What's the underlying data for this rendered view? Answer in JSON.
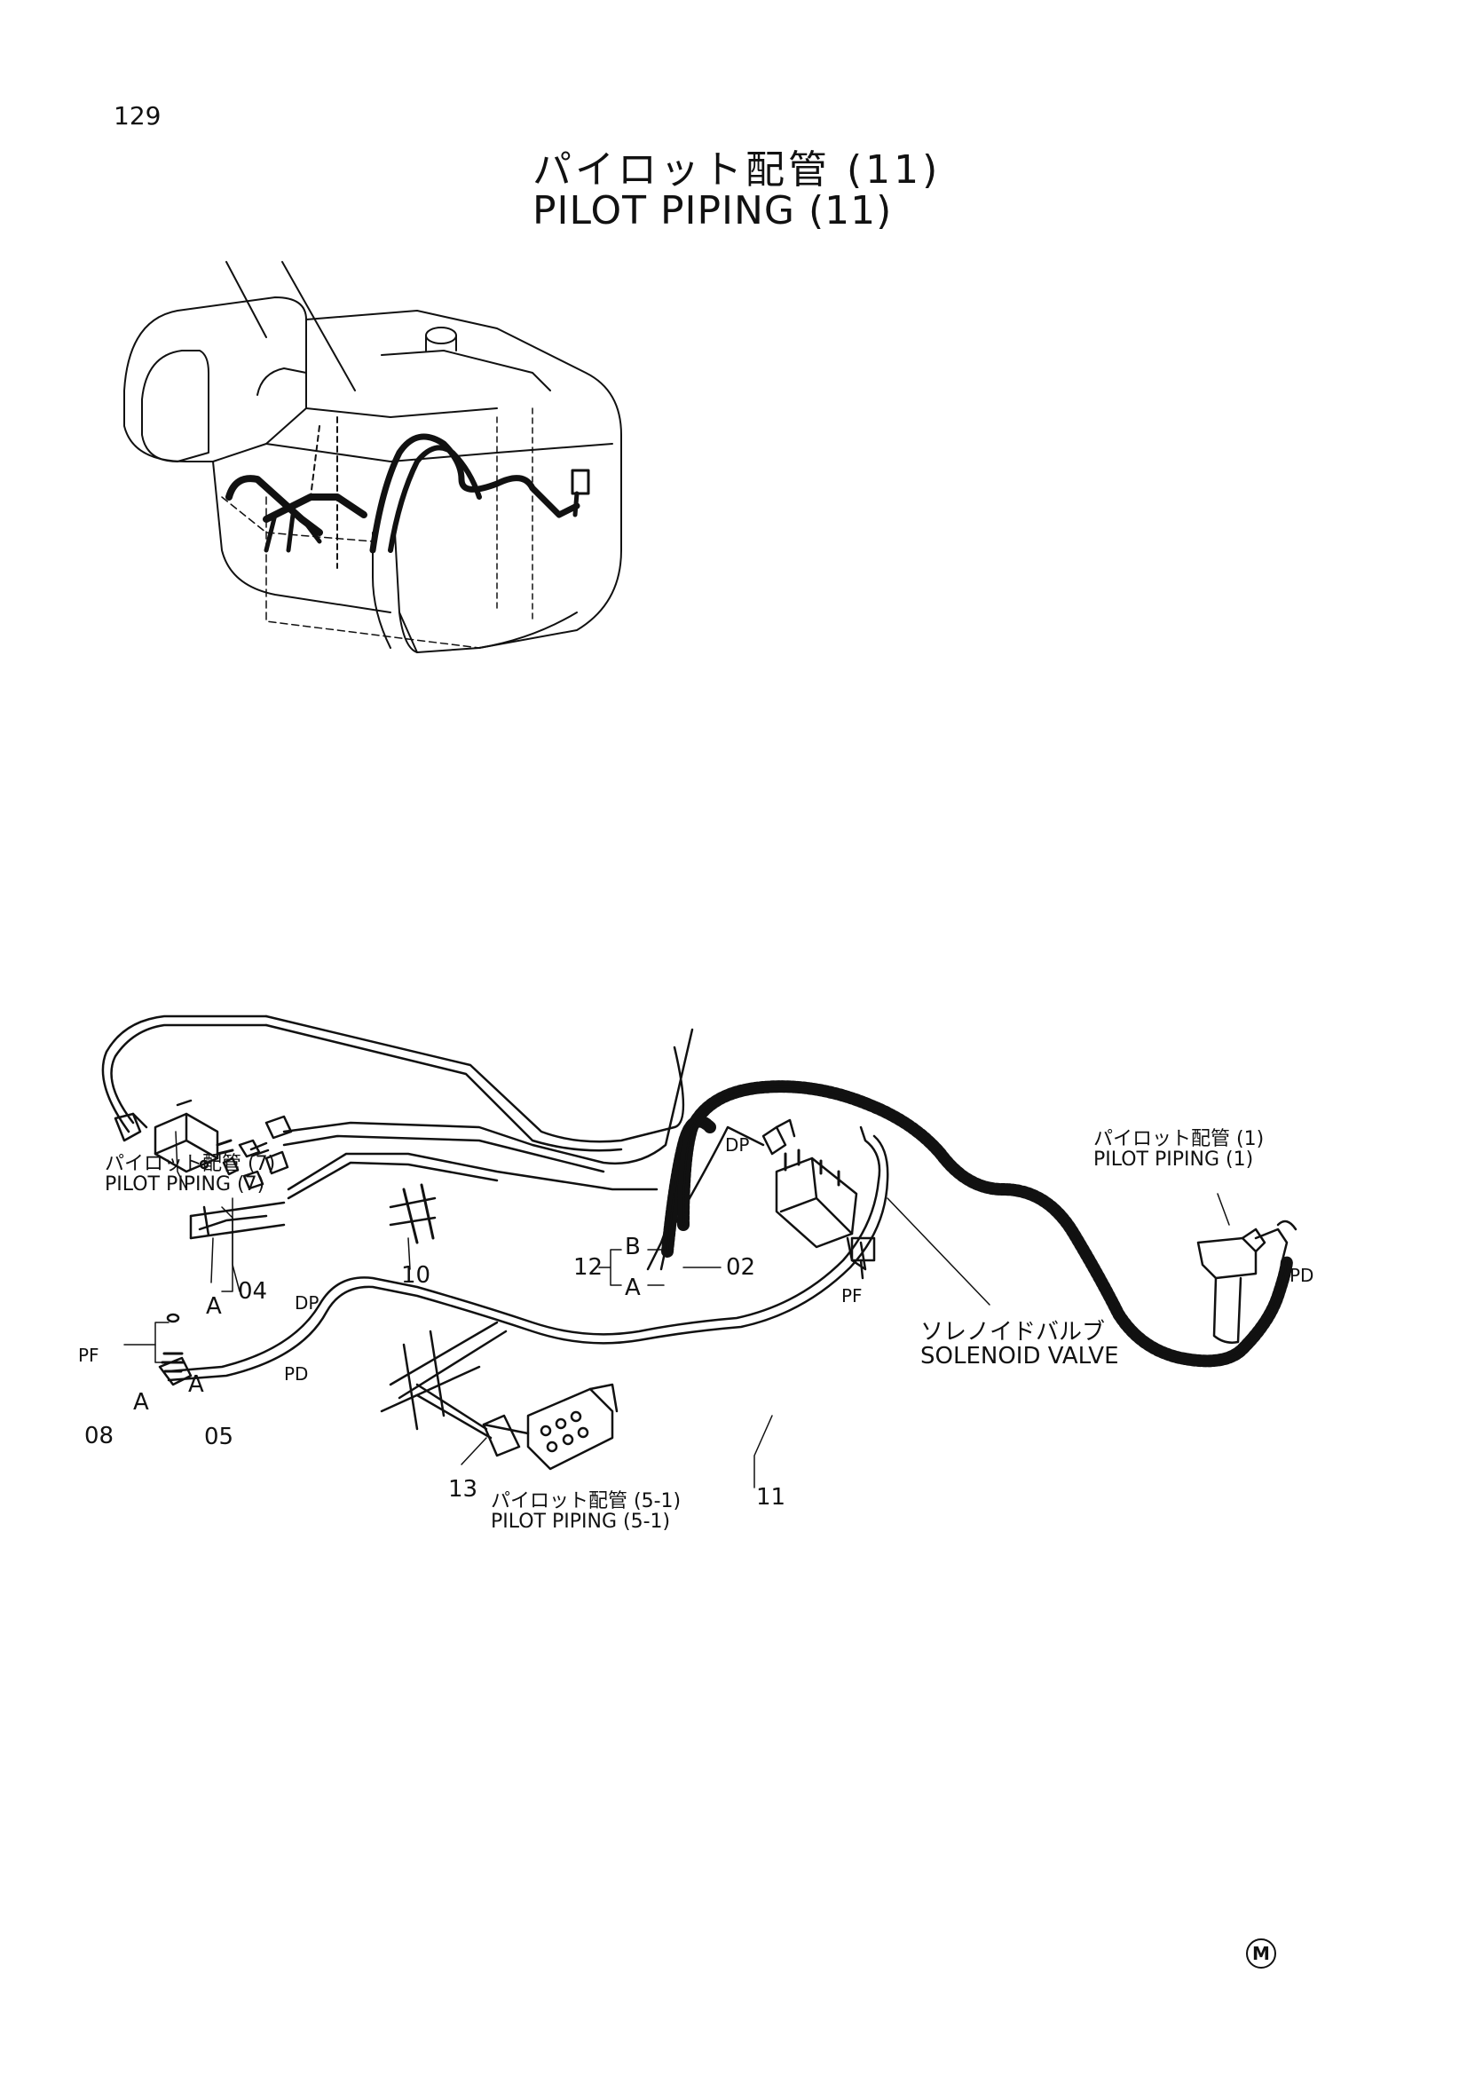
{
  "page_number": "129",
  "title": {
    "jp": "パイロット配管 (11)",
    "en": "PILOT PIPING (11)"
  },
  "labels": {
    "pilot7_jp": "パイロット配管 (7)",
    "pilot7_en": "PILOT PIPING (7)",
    "pilot1_jp": "パイロット配管 (1)",
    "pilot1_en": "PILOT PIPING (1)",
    "pilot51_jp": "パイロット配管 (5-1)",
    "pilot51_en": "PILOT PIPING (5-1)",
    "solenoid_jp": "ソレノイドバルブ",
    "solenoid_en": "SOLENOID VALVE"
  },
  "callouts": {
    "p02": "02",
    "p04": "04",
    "p05": "05",
    "p08": "08",
    "p10": "10",
    "p11": "11",
    "p12": "12",
    "p13": "13",
    "a": "A",
    "b": "B",
    "pf": "PF",
    "pd": "PD",
    "dp": "DP"
  },
  "mark": "M"
}
